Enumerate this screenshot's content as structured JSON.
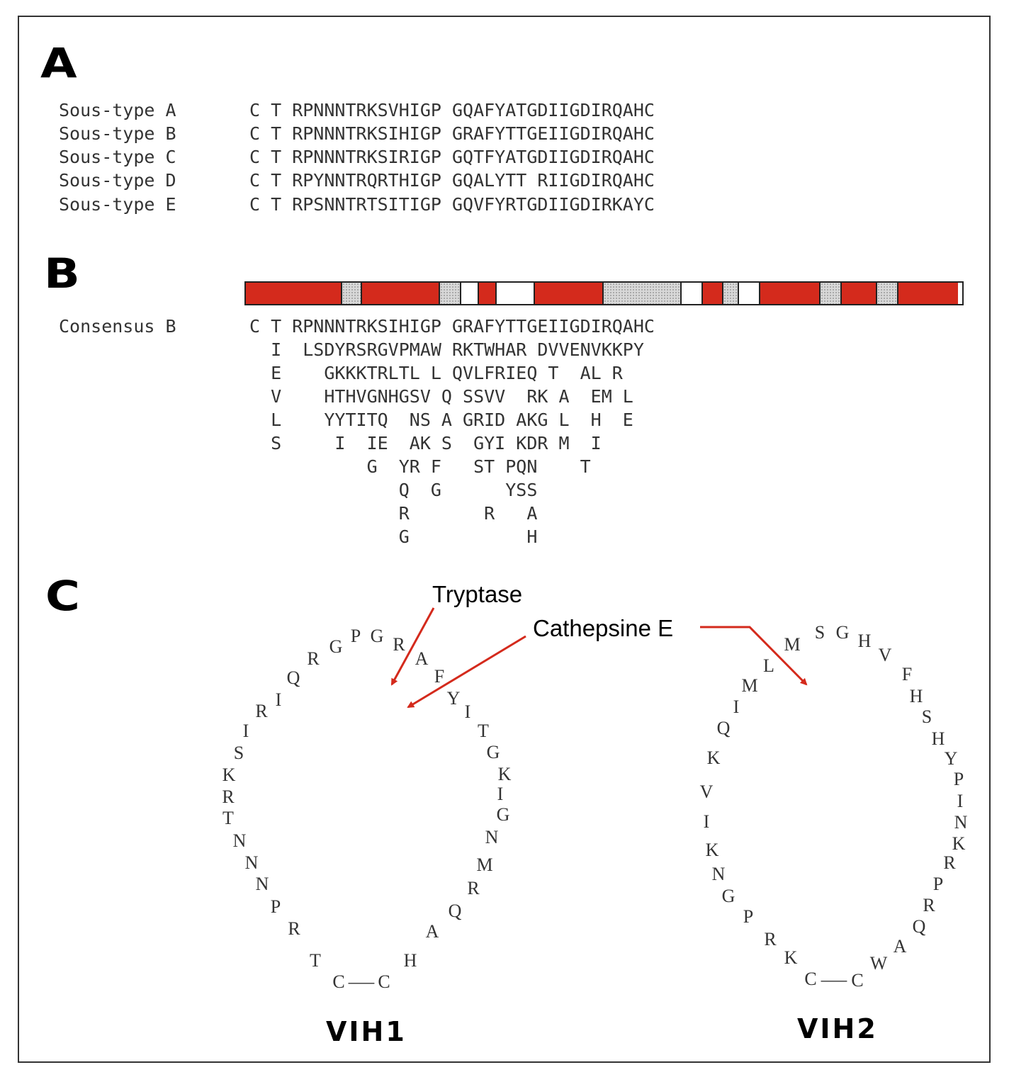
{
  "panels": {
    "a": "A",
    "b": "B",
    "c": "C"
  },
  "panel_a": {
    "rows": [
      {
        "label": "Sous-type A",
        "sequence": "C T RPNNNTRKSVHIGP GQAFYATGDIIGDIRQAHC"
      },
      {
        "label": "Sous-type B",
        "sequence": "C T RPNNNTRKSIHIGP GRAFYTTGEIIGDIRQAHC"
      },
      {
        "label": "Sous-type C",
        "sequence": "C T RPNNNTRKSIRIGP GQTFYATGDIIGDIRQAHC"
      },
      {
        "label": "Sous-type D",
        "sequence": "C T RPYNNTRQRTHIGP GQALYTT RIIGDIRQAHC"
      },
      {
        "label": "Sous-type E",
        "sequence": "C T RPSNNTRTSITIGP GQVFYRTGDIIGDIRKAYC"
      }
    ]
  },
  "panel_b": {
    "consensus_label": "Consensus B",
    "consensus": "C T RPNNNTRKSIHIGP GRAFYTTGEIIGDIRQAHC",
    "variants": [
      "  I  LSDYRSRGVPMAW RKTWHAR DVVENVKKPY",
      "  E    GKKKTRLTL L QVLFRIEQ T  AL R",
      "  V    HTHVGNHGSV Q SSVV  RK A  EM L",
      "  L    YYTITQ  NS A GRID AKG L  H  E",
      "  S     I  IE  AK S  GYI KDR M  I",
      "           G  YR F   ST PQN    T",
      "              Q  G      YSS",
      "              R       R   A",
      "              G           H"
    ],
    "bar_segments": [
      "red",
      "dots",
      "red",
      "dots",
      "white",
      "red",
      "white",
      "red",
      "dots",
      "white",
      "red",
      "dots",
      "white",
      "red",
      "dots",
      "red",
      "dots",
      "red"
    ],
    "colors": {
      "red": "#d42a1c",
      "white": "#ffffff",
      "dots": "#d8d8d8"
    }
  },
  "panel_c": {
    "tryptase_label": "Tryptase",
    "cathepsine_label": "Cathepsine E",
    "arrow_color": "#d42a1c",
    "vih1_label": "VIH1",
    "vih2_label": "VIH2",
    "bond_symbol": "—",
    "vih1_residues": "CTRPNNNTRKSIRIQRGPGRAFYITGKIGNMRQAHC",
    "vih2_residues": "CKRPGNKIVKQIMLMSGHVFHSHYPINKRPRQAWC"
  }
}
